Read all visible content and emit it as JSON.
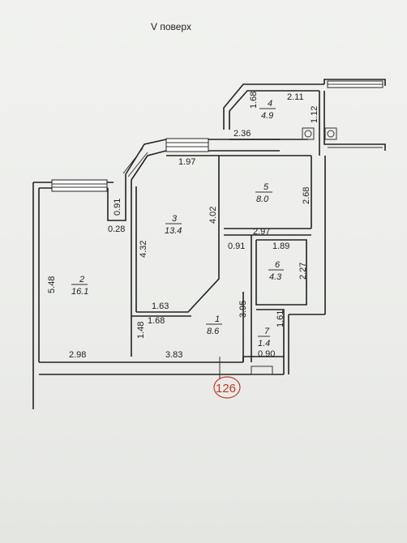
{
  "title": "V поверх",
  "stamp": "126",
  "rooms": [
    {
      "no": "2",
      "area": "16.1"
    },
    {
      "no": "3",
      "area": "13.4"
    },
    {
      "no": "4",
      "area": "4.9"
    },
    {
      "no": "5",
      "area": "8.0"
    },
    {
      "no": "6",
      "area": "4.3"
    },
    {
      "no": "1",
      "area": "8.6"
    },
    {
      "no": "7",
      "area": "1.4"
    }
  ],
  "dims": {
    "r4_h": "1.68",
    "r4_w": "2.11",
    "r4_side": "1.12",
    "r4_bottom": "2.36",
    "r3_top": "1.97",
    "r5_side": "2.68",
    "r2_a": "0.91",
    "r2_b": "0.28",
    "r3_left": "4.32",
    "r3_right": "4.02",
    "r5_bottom": "2.97",
    "r6_left": "0.91",
    "r6_top": "1.89",
    "r6_side": "2.27",
    "r2_height": "5.48",
    "r3_bottom": "1.63",
    "r1_top": "1.68",
    "r1_side": "3.95",
    "r7_side": "1.61",
    "hall_left": "1.48",
    "r2_bottom": "2.98",
    "r1_bottom": "3.83",
    "r7_bottom": "0.90"
  }
}
